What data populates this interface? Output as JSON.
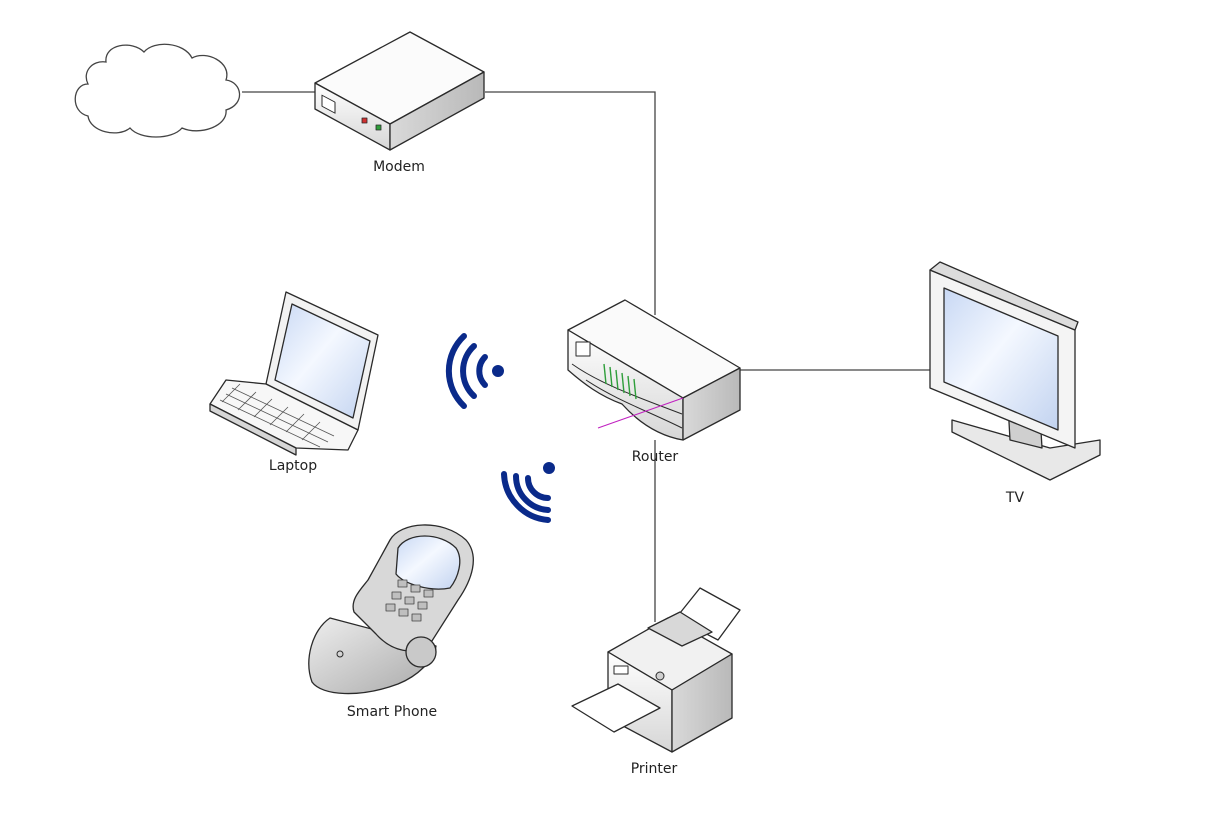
{
  "colors": {
    "wire": "#444444",
    "outline": "#2a2a2a",
    "wifi": "#0a2a8a",
    "screen": "#dfe9fb",
    "body_light": "#f6f6f6",
    "body_mid": "#e3e3e3",
    "body_dark": "#c9c9c9",
    "led_green": "#2e9e3a",
    "led_red": "#d03030",
    "accent_magenta": "#c020c0"
  },
  "nodes": {
    "cloud": {
      "icon": "cloud-icon"
    },
    "modem": {
      "label": "Modem",
      "icon": "modem-icon"
    },
    "router": {
      "label": "Router",
      "icon": "router-icon"
    },
    "laptop": {
      "label": "Laptop",
      "icon": "laptop-icon"
    },
    "smartphone": {
      "label": "Smart Phone",
      "icon": "smartphone-icon"
    },
    "tv": {
      "label": "TV",
      "icon": "tv-icon"
    },
    "printer": {
      "label": "Printer",
      "icon": "printer-icon"
    }
  },
  "connections": [
    {
      "from": "cloud",
      "to": "modem",
      "type": "wired"
    },
    {
      "from": "modem",
      "to": "router",
      "type": "wired"
    },
    {
      "from": "router",
      "to": "tv",
      "type": "wired"
    },
    {
      "from": "router",
      "to": "printer",
      "type": "wired"
    },
    {
      "from": "router",
      "to": "laptop",
      "type": "wireless"
    },
    {
      "from": "router",
      "to": "smartphone",
      "type": "wireless"
    }
  ]
}
